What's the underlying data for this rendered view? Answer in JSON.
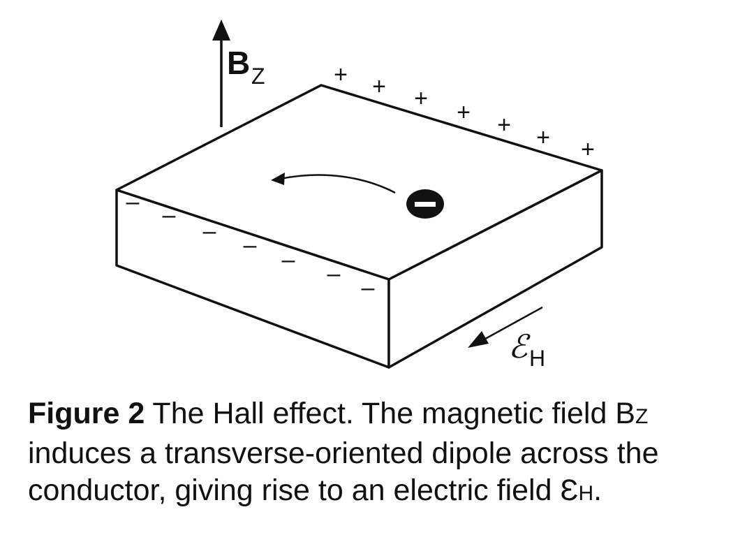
{
  "diagram": {
    "field_symbol": "B",
    "field_subscript": "Z",
    "efield_symbol": "ℰ",
    "efield_subscript": "H",
    "plus_sign": "+",
    "minus_sign": "–",
    "electron_symbol": "−",
    "plus_count": 7,
    "minus_count": 7
  },
  "caption": {
    "label": "Figure 2",
    "text_1": " The Hall effect. The magnetic field B",
    "sub_1": "Z",
    "text_2": " induces a transverse-oriented dipole across the conductor, giving rise to an electric field Ɛ",
    "sub_2": "H",
    "text_3": "."
  }
}
